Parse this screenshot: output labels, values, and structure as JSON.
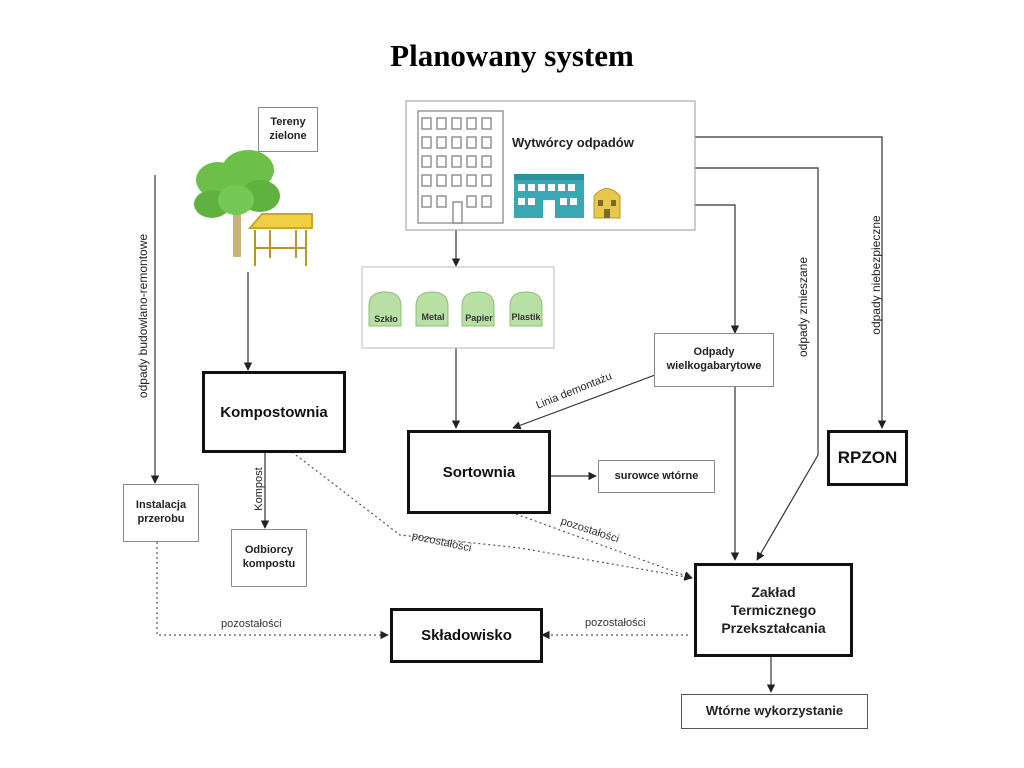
{
  "title": "Planowany system",
  "nodes": {
    "tereny_zielone_1": "Tereny",
    "tereny_zielone_2": "zielone",
    "wytworcy": "Wytwórcy odpadów",
    "kompostownia": "Kompostownia",
    "sortownia": "Sortownia",
    "surowce": "surowce wtórne",
    "odpady_wielko_1": "Odpady",
    "odpady_wielko_2": "wielkogabarytowe",
    "rpzon": "RPZON",
    "instalacja_1": "Instalacja",
    "instalacja_2": "przerobu",
    "odbiorcy_1": "Odbiorcy",
    "odbiorcy_2": "kompostu",
    "skladowisko": "Składowisko",
    "zaklad_1": "Zakład",
    "zaklad_2": "Termicznego",
    "zaklad_3": "Przekształcania",
    "wtorne": "Wtórne wykorzystanie"
  },
  "bins": [
    "Szkło",
    "Metal",
    "Papier",
    "Plastik"
  ],
  "flows": {
    "budowlano": "odpady budowlano-remontowe",
    "zmieszane": "odpady zmieszane",
    "niebezpieczne": "odpady niebezpieczne",
    "linia": "Linia demontażu",
    "kompost": "Kompost",
    "pozostalosci_1": "pozostałości",
    "pozostalosci_2": "pozostałości",
    "pozostalosci_3": "pozostałości",
    "pozostalosci_4": "pozostałości"
  },
  "colors": {
    "tree": "#6cc04a",
    "building_teal": "#3aa7b5",
    "house_yellow": "#e8c84a",
    "bin_green": "#b9e0a4"
  }
}
